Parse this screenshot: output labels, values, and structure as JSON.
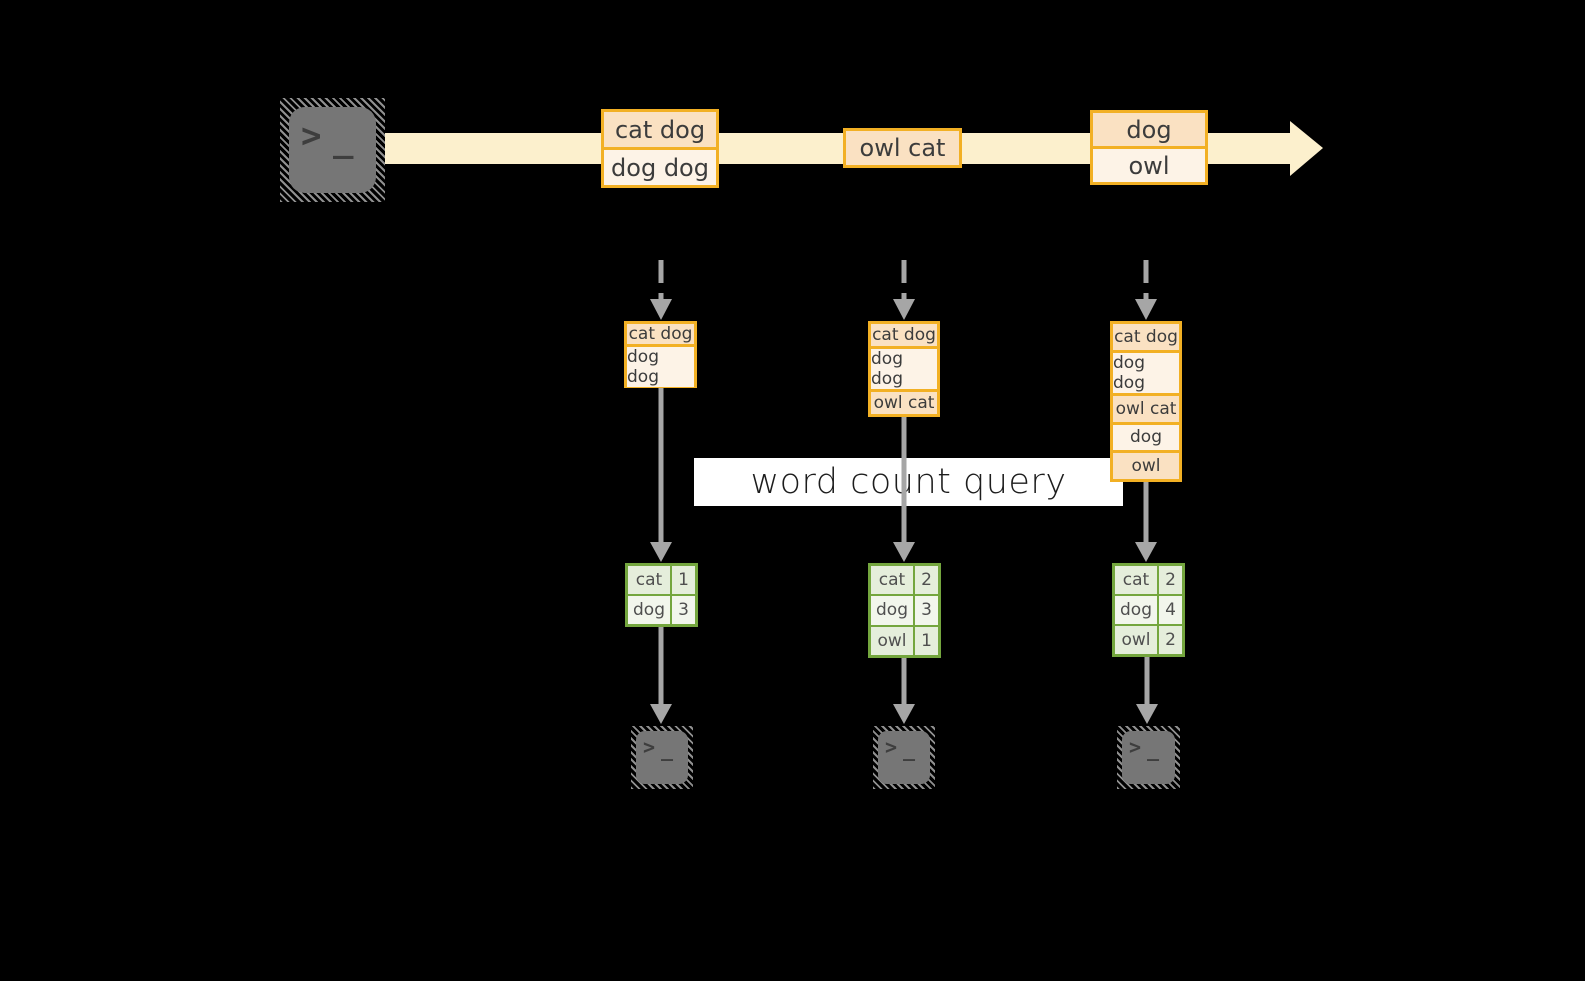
{
  "diagram": {
    "banner_label": "word count query",
    "prompt_chevron": ">",
    "prompt_dash": "_",
    "timeline_events": [
      {
        "rows": [
          "cat dog",
          "dog dog"
        ]
      },
      {
        "rows": [
          "owl cat"
        ]
      },
      {
        "rows": [
          "dog",
          "owl"
        ]
      }
    ],
    "micro_batches": [
      {
        "rows": [
          "cat dog",
          "dog dog"
        ]
      },
      {
        "rows": [
          "cat dog",
          "dog dog",
          "owl cat"
        ]
      },
      {
        "rows": [
          "cat dog",
          "dog dog",
          "owl cat",
          "dog",
          "owl"
        ]
      }
    ],
    "count_tables": [
      {
        "rows": [
          {
            "word": "cat",
            "count": "1"
          },
          {
            "word": "dog",
            "count": "3"
          }
        ]
      },
      {
        "rows": [
          {
            "word": "cat",
            "count": "2"
          },
          {
            "word": "dog",
            "count": "3"
          },
          {
            "word": "owl",
            "count": "1"
          }
        ]
      },
      {
        "rows": [
          {
            "word": "cat",
            "count": "2"
          },
          {
            "word": "dog",
            "count": "4"
          },
          {
            "word": "owl",
            "count": "2"
          }
        ]
      }
    ],
    "colors": {
      "stream_band": "#fcf0cd",
      "event_border": "#f2b024",
      "event_fill_dark": "#fae1c2",
      "event_fill_light": "#fdf3e7",
      "table_border": "#74a63e",
      "table_fill_dark": "#e5eedb",
      "table_fill_light": "#f2f6ec",
      "arrow_gray": "#a6a6a6",
      "banner_bg": "#ffffff",
      "background": "#000000"
    }
  }
}
